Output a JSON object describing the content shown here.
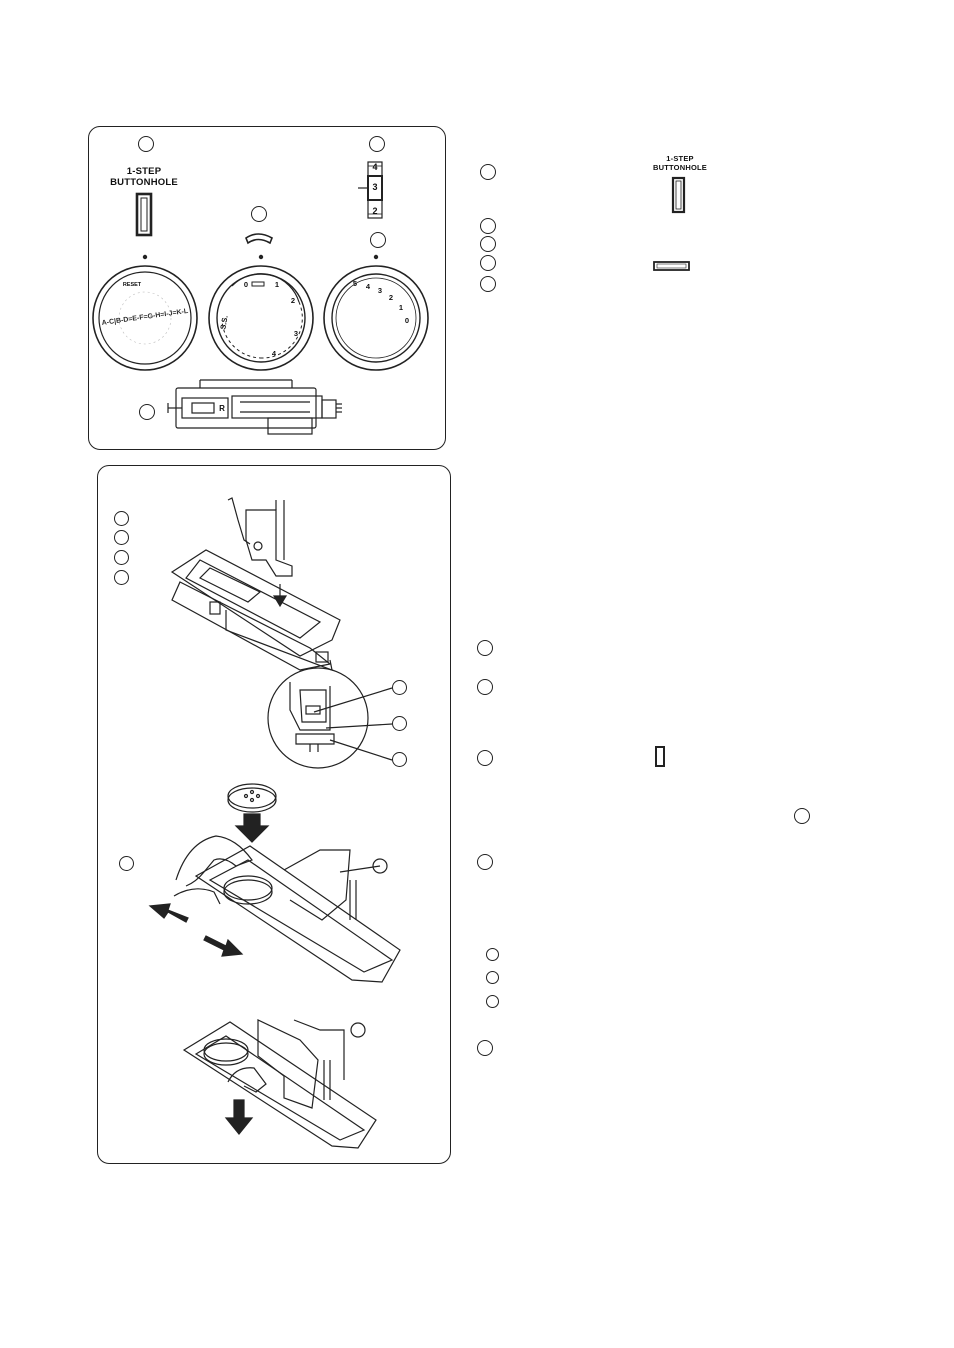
{
  "dial_left": {
    "title_line1": "1-STEP",
    "title_line2": "BUTTONHOLE",
    "reset_label": "RESET",
    "scale_text": "A-C|B-D=E-F=G-H=I-J=K-L"
  },
  "dial_middle": {
    "marks": [
      "0",
      "1",
      "2",
      "3",
      "4",
      "S.S."
    ]
  },
  "dial_right": {
    "marks": [
      "5",
      "4",
      "3",
      "2",
      "1",
      "0"
    ]
  },
  "stitch_window": {
    "numbers": [
      "4",
      "3",
      "2"
    ]
  },
  "foot_letter": "R",
  "legend": {
    "title_line1": "1-STEP",
    "title_line2": "BUTTONHOLE"
  },
  "colors": {
    "line": "#222222",
    "background": "#ffffff"
  }
}
